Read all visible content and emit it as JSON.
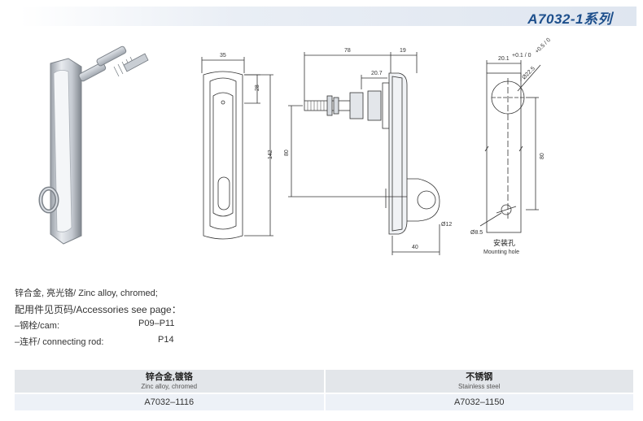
{
  "header": {
    "series_title": "A7032-1系列"
  },
  "drawing": {
    "front": {
      "width_label": "35",
      "top_label": "28",
      "height_label": "142"
    },
    "side": {
      "overall_label": "78",
      "depth_label": "19",
      "thread_label": "20.7",
      "height_label": "80",
      "bottom_label": "40",
      "ring_label": "Ø12"
    },
    "mounting": {
      "width_label": "20.1",
      "width_tol": "+0.1 / 0",
      "circle_label": "Ø22.5",
      "circle_tol": "+0.5 / 0",
      "height_label": "80",
      "hole_label": "Ø8.5",
      "caption_zh": "安装孔",
      "caption_en": "Mounting hole"
    }
  },
  "specs": {
    "material": "锌合金, 亮光铬/ Zinc alloy, chromed;",
    "accessories": "配用件见页码/Accessories see page：",
    "cam_label": "–钢栓/cam:",
    "cam_pages": "P09–P11",
    "rod_label": "–连杆/ connecting rod:",
    "rod_pages": "P14"
  },
  "variants": {
    "columns": [
      {
        "zh": "锌合金,镀铬",
        "en": "Zinc alloy, chromed"
      },
      {
        "zh": "不锈钢",
        "en": "Stainless steel"
      }
    ],
    "codes": [
      "A7032–1116",
      "A7032–1150"
    ]
  }
}
